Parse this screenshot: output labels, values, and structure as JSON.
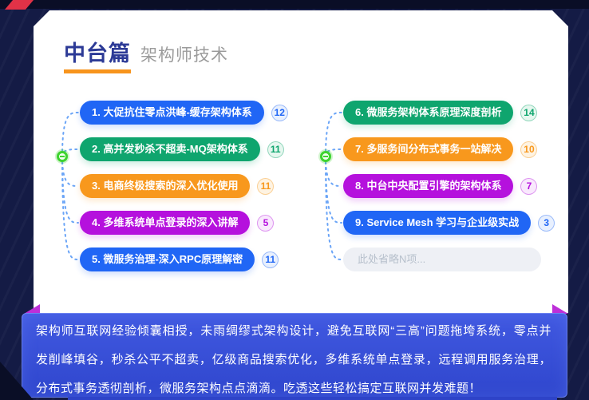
{
  "header": {
    "title": "中台篇",
    "subtitle": "架构师技术"
  },
  "colors": {
    "blue": "#2066f5",
    "green": "#0fa56e",
    "orange": "#f8981d",
    "purple": "#b511dd",
    "title_navy": "#2c3a96",
    "title_underline": "#f7941d",
    "connector": "#6ba5f7",
    "node_green": "#3ed32f",
    "band_blue": "#3a52d9",
    "wedge_magenta": "#bd2fd8",
    "backdrop_navy": "#141b45"
  },
  "mindmap": {
    "left": {
      "items": [
        {
          "label": "1. 大促抗住零点洪峰-缓存架构体系",
          "count": "12",
          "color": "#2066f5",
          "badge_bg": "#e8f0fe"
        },
        {
          "label": "2. 高并发秒杀不超卖-MQ架构体系",
          "count": "11",
          "color": "#0fa56e",
          "badge_bg": "#e6f7ef"
        },
        {
          "label": "3. 电商终极搜索的深入优化使用",
          "count": "11",
          "color": "#f8981d",
          "badge_bg": "#fef3e2"
        },
        {
          "label": "4. 多维系统单点登录的深入讲解",
          "count": "5",
          "color": "#b511dd",
          "badge_bg": "#f9e9fd"
        },
        {
          "label": "5. 微服务治理-深入RPC原理解密",
          "count": "11",
          "color": "#2066f5",
          "badge_bg": "#e8f0fe"
        }
      ]
    },
    "right": {
      "items": [
        {
          "label": "6. 微服务架构体系原理深度剖析",
          "count": "14",
          "color": "#0fa56e",
          "badge_bg": "#e6f7ef"
        },
        {
          "label": "7. 多服务间分布式事务一站解决",
          "count": "10",
          "color": "#f8981d",
          "badge_bg": "#fef3e2"
        },
        {
          "label": "8. 中台中央配置引擎的架构体系",
          "count": "7",
          "color": "#b511dd",
          "badge_bg": "#f9e9fd"
        },
        {
          "label": "9. Service Mesh 学习与企业级实战",
          "count": "3",
          "color": "#2066f5",
          "badge_bg": "#e8f0fe"
        },
        {
          "label": "此处省略N项...",
          "muted": true
        }
      ]
    }
  },
  "footer": {
    "text": "架构师互联网经验倾囊相授，未雨绸缪式架构设计，避免互联网“三高”问题拖垮系统，零点并发削峰填谷，秒杀公平不超卖，亿级商品搜索优化，多维系统单点登录，远程调用服务治理，分布式事务透彻剖析，微服务架构点点滴滴。吃透这些轻松搞定互联网并发难题！"
  }
}
